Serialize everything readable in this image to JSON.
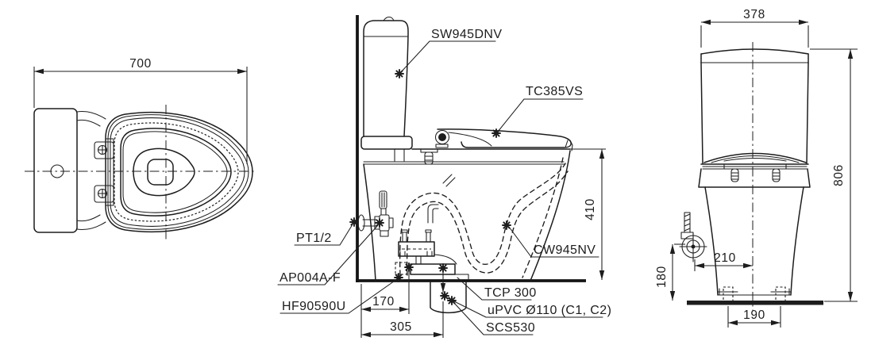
{
  "drawing": {
    "top_view": {
      "dim_overall_depth": "700"
    },
    "side_view": {
      "labels": {
        "cistern": "SW945DNV",
        "seat_cover": "TC385VS",
        "supply_thread": "PT1/2",
        "stop_valve": "AP004A-F",
        "supply_hose": "HF90590U",
        "bowl": "CW945NV",
        "flange": "TCP 300",
        "waste_pipe": "uPVC Ø110 (C1, C2)",
        "socket": "SCS530"
      },
      "dims": {
        "rim_height": "410",
        "valve_from_wall": "170",
        "outlet_from_wall": "305"
      }
    },
    "front_view": {
      "dims": {
        "cistern_width": "378",
        "overall_height": "806",
        "valve_to_center": "210",
        "valve_height": "180",
        "bolt_spacing": "190"
      }
    }
  }
}
